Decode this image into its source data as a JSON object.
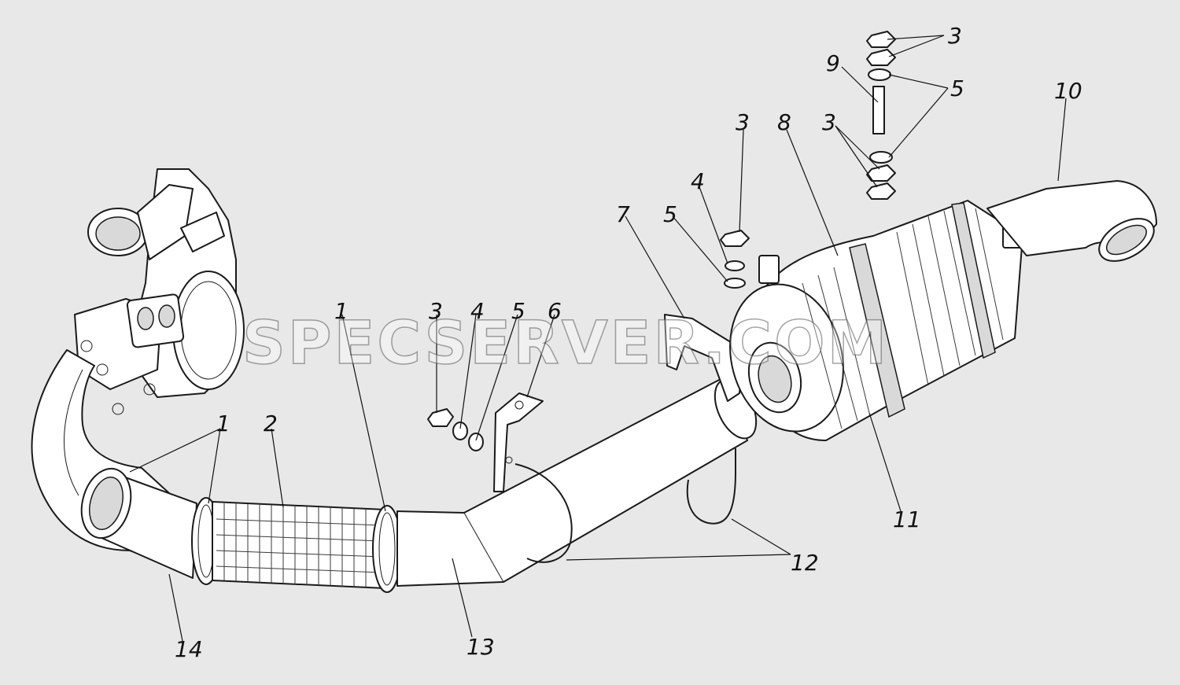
{
  "watermark": "SPECSERVER.COM",
  "callouts": [
    {
      "id": "c3-top",
      "text": "3"
    },
    {
      "id": "c9",
      "text": "9"
    },
    {
      "id": "c5-top",
      "text": "5"
    },
    {
      "id": "c10",
      "text": "10"
    },
    {
      "id": "c3-mid",
      "text": "3"
    },
    {
      "id": "c8",
      "text": "8"
    },
    {
      "id": "c3-right",
      "text": "3"
    },
    {
      "id": "c4-mid",
      "text": "4"
    },
    {
      "id": "c5-mid",
      "text": "5"
    },
    {
      "id": "c7",
      "text": "7"
    },
    {
      "id": "c1-mid",
      "text": "1"
    },
    {
      "id": "c3-left",
      "text": "3"
    },
    {
      "id": "c4-left",
      "text": "4"
    },
    {
      "id": "c5-left",
      "text": "5"
    },
    {
      "id": "c6",
      "text": "6"
    },
    {
      "id": "c1-left",
      "text": "1"
    },
    {
      "id": "c2",
      "text": "2"
    },
    {
      "id": "c11",
      "text": "11"
    },
    {
      "id": "c12",
      "text": "12"
    },
    {
      "id": "c13",
      "text": "13"
    },
    {
      "id": "c14",
      "text": "14"
    }
  ]
}
